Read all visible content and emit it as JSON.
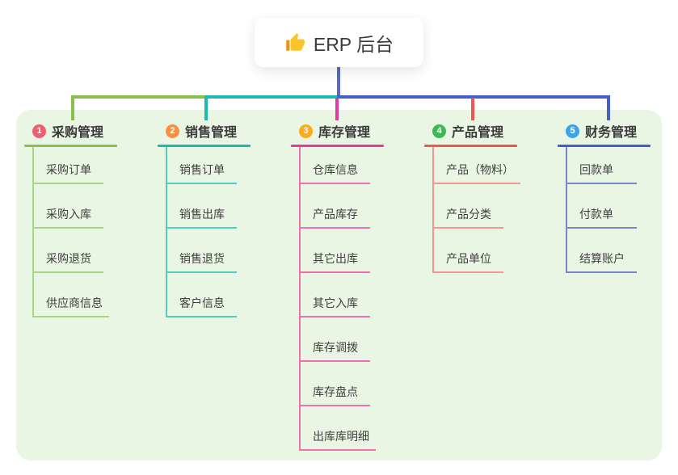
{
  "root": {
    "icon_name": "thumbs-up-icon",
    "title": "ERP 后台"
  },
  "colors": {
    "root_line": "#5A69C6",
    "panel_bg": "#E9F6E3"
  },
  "branches": [
    {
      "badge": "1",
      "label": "采购管理",
      "accent": "#8BBF4D",
      "light": "#ABD586",
      "badge_color": "#F35C6E",
      "children": [
        "采购订单",
        "采购入库",
        "采购退货",
        "供应商信息"
      ]
    },
    {
      "badge": "2",
      "label": "销售管理",
      "accent": "#1ABBAE",
      "light": "#56CCBC",
      "badge_color": "#F88F41",
      "children": [
        "销售订单",
        "销售出库",
        "销售退货",
        "客户信息"
      ]
    },
    {
      "badge": "3",
      "label": "库存管理",
      "accent": "#E23A9D",
      "light": "#F070B4",
      "badge_color": "#FBAC1A",
      "children": [
        "仓库信息",
        "产品库存",
        "其它出库",
        "其它入库",
        "库存调拨",
        "库存盘点",
        "出库库明细"
      ]
    },
    {
      "badge": "4",
      "label": "产品管理",
      "accent": "#F1554F",
      "light": "#F59693",
      "badge_color": "#3CB857",
      "children": [
        "产品（物料）",
        "产品分类",
        "产品单位"
      ]
    },
    {
      "badge": "5",
      "label": "财务管理",
      "accent": "#4460C8",
      "light": "#7986CB",
      "badge_color": "#38A7EA",
      "children": [
        "回款单",
        "付款单",
        "结算账户"
      ]
    }
  ]
}
